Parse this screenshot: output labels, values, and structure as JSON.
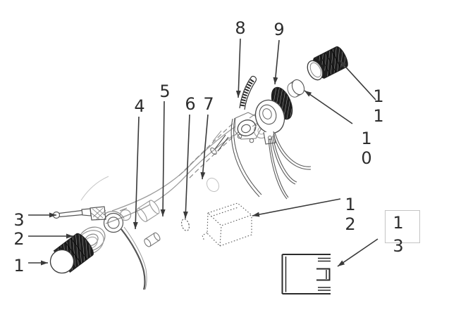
{
  "diagram": {
    "title": "handlebar-assembly-exploded-parts-diagram",
    "background_color": "#ffffff",
    "line_color": "#4a4a4a",
    "label_color": "#2d2d2d",
    "dark_part_color": "#1d1d1d",
    "callout_box_border_color": "#c4c4c4",
    "callouts": [
      {
        "number": "1"
      },
      {
        "number": "2"
      },
      {
        "number": "3"
      },
      {
        "number": "4"
      },
      {
        "number": "5"
      },
      {
        "number": "6"
      },
      {
        "number": "7"
      },
      {
        "number": "8"
      },
      {
        "number": "9"
      },
      {
        "number": "10"
      },
      {
        "number": "11"
      },
      {
        "number": "12"
      },
      {
        "number": "13"
      }
    ]
  }
}
